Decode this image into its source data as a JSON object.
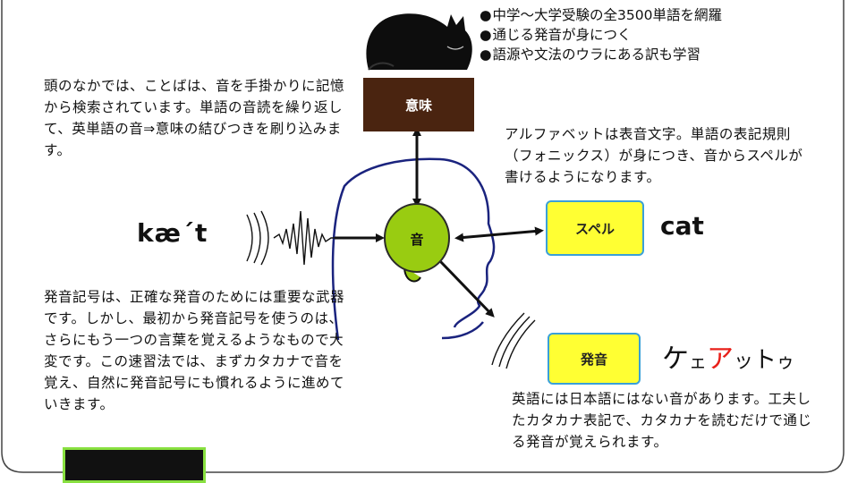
{
  "bullets": [
    "中学～大学受験の全3500単語を網羅",
    "通じる発音が身につく",
    "語源や文法のウラにある訳も学習"
  ],
  "text_memory": "頭のなかでは、ことばは、音を手掛かりに記憶から検索されています。単語の音読を繰り返して、英単語の音⇒意味の結びつきを刷り込みます。",
  "text_alphabet": "アルファベットは表音文字。単語の表記規則（フォニックス）が身につき、音からスペルが書けるようになります。",
  "text_symbols": "発音記号は、正確な発音のためには重要な武器です。しかし、最初から発音記号を使うのは、さらにもう一つの言葉を覚えるようなもので大変です。この速習法では、まずカタカナで音を覚え、自然に発音記号にも慣れるように進めていきます。",
  "text_katakana": "英語には日本語にはない音があります。工夫したカタカナ表記で、カタカナを読むだけで通じる発音が覚えられます。",
  "nodes": {
    "meaning": "意味",
    "sound": "音",
    "spelling": "スペル",
    "pronunciation": "発音"
  },
  "words": {
    "phonetic": "kæ´t",
    "spelling": "cat",
    "katakana": [
      {
        "t": "ケ",
        "c": "#111111",
        "s": 30
      },
      {
        "t": "ェ",
        "c": "#111111",
        "s": 20
      },
      {
        "t": "ア",
        "c": "#e8201a",
        "s": 30
      },
      {
        "t": "ッ",
        "c": "#111111",
        "s": 22
      },
      {
        "t": "ト",
        "c": "#111111",
        "s": 26
      },
      {
        "t": "ゥ",
        "c": "#111111",
        "s": 20
      }
    ]
  },
  "colors": {
    "meaning_box": "#4a2410",
    "sound_circle": "#99cc11",
    "node_yellow": "#ffff33",
    "head_outline": "#1a237e"
  }
}
